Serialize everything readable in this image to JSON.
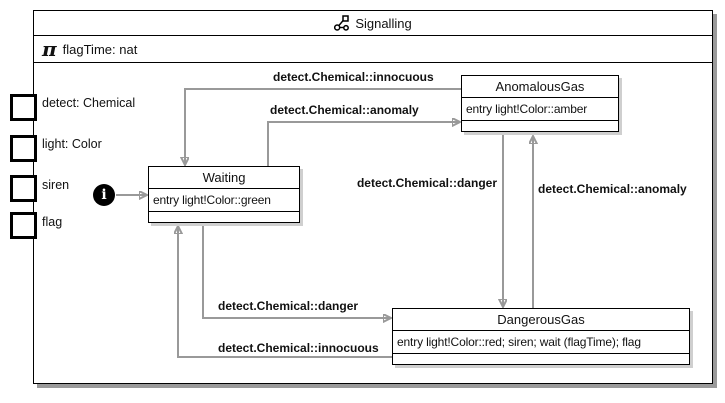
{
  "header": {
    "title": "Signalling",
    "icon": "statechart-icon"
  },
  "parameters": {
    "symbol": "π",
    "label": "flagTime: nat"
  },
  "events": [
    {
      "label": "detect: Chemical"
    },
    {
      "label": "light: Color"
    },
    {
      "label": "siren"
    },
    {
      "label": "flag"
    }
  ],
  "initial": {
    "glyph": "i"
  },
  "states": {
    "waiting": {
      "name": "Waiting",
      "entry": "entry light!Color::green"
    },
    "anomalous": {
      "name": "AnomalousGas",
      "entry": "entry light!Color::amber"
    },
    "dangerous": {
      "name": "DangerousGas",
      "entry": "entry light!Color::red; siren; wait (flagTime); flag"
    }
  },
  "transitions": {
    "innocuous_top": {
      "label": "detect.Chemical::innocuous",
      "from": "AnomalousGas",
      "to": "Waiting"
    },
    "anomaly_upper": {
      "label": "detect.Chemical::anomaly",
      "from": "Waiting",
      "to": "AnomalousGas"
    },
    "danger_vert": {
      "label": "detect.Chemical::danger",
      "from": "AnomalousGas",
      "to": "DangerousGas"
    },
    "anomaly_vert": {
      "label": "detect.Chemical::anomaly",
      "from": "DangerousGas",
      "to": "AnomalousGas"
    },
    "danger_bottom": {
      "label": "detect.Chemical::danger",
      "from": "Waiting",
      "to": "DangerousGas"
    },
    "innocuous_bottom": {
      "label": "detect.Chemical::innocuous",
      "from": "DangerousGas",
      "to": "Waiting"
    }
  },
  "colors": {
    "wire": "#999999",
    "border": "#000000",
    "shadow": "#9a9a9a",
    "text": "#111111"
  }
}
